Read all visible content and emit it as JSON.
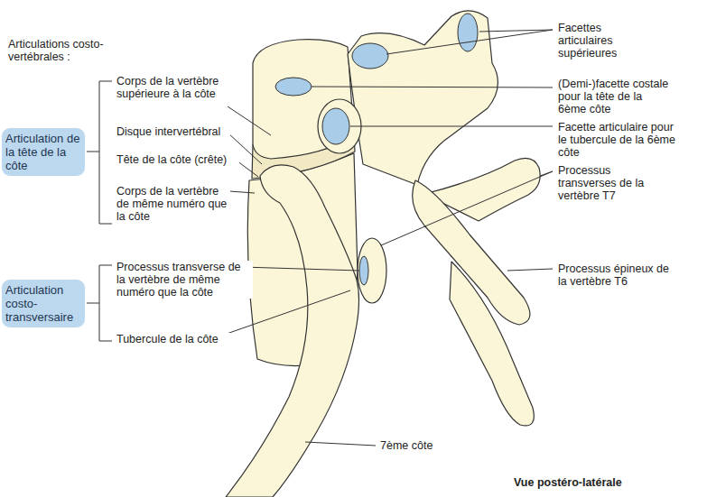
{
  "diagram": {
    "nodes": [
      {
        "text": [
          "Articulation de la tête de la côte"
        ]
      },
      {
        "text": [
          "Articulation costo-transversaire"
        ]
      }
    ],
    "labels": [
      "Articulations costo-vertébrales :",
      "Corps de la vertèbre supérieure à la côte",
      "Disque intervertébral",
      "Tête de la côte (crête)",
      "Corps de la vertèbre de même numéro que la côte",
      "Processus transverse de la vertèbre de même numéro que la côte",
      "Tubercule de la côte",
      "Facettes articulaires supérieures",
      "(Demi-)facette costale pour la tête de la 6ème côte",
      "Facette articulaire pour le tubercule de la 6ème côte",
      "Processus transverses de la vertèbre T7",
      "Processus épineux de la vertèbre T6",
      "7ème côte",
      "Vue postéro-latérale"
    ]
  }
}
